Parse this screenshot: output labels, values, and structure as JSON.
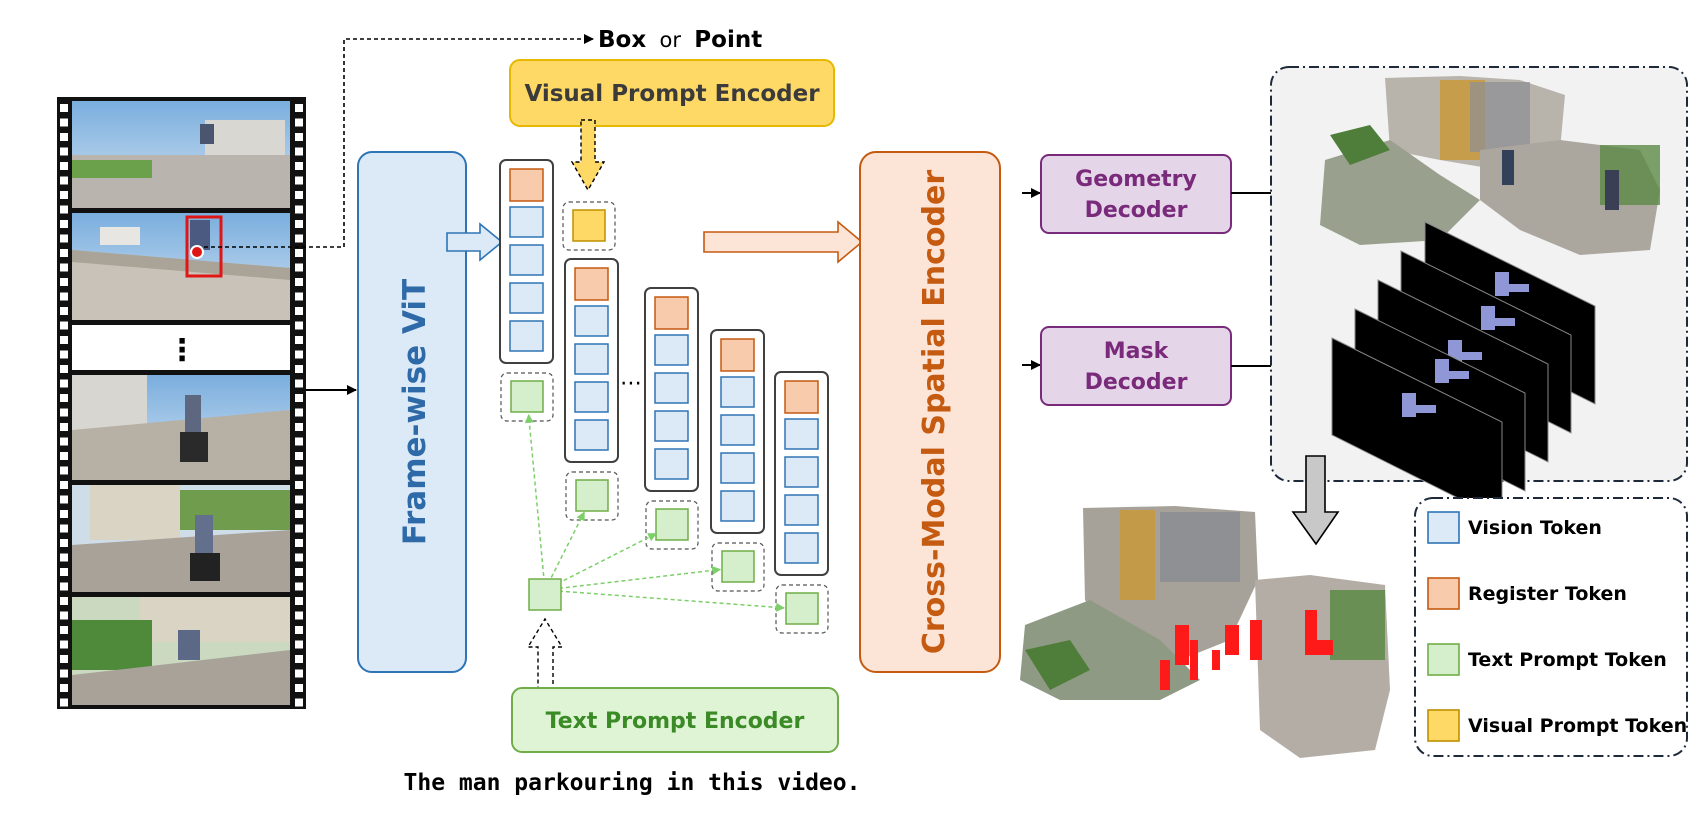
{
  "prompt_label": {
    "box": "Box",
    "or": "or",
    "point": "Point"
  },
  "visual_prompt_encoder": "Visual Prompt Encoder",
  "text_prompt_encoder": "Text Prompt Encoder",
  "frame_vit": "Frame-wise ViT",
  "cross_modal_encoder": "Cross-Modal Spatial Encoder",
  "geometry_decoder": {
    "line1": "Geometry",
    "line2": "Decoder"
  },
  "mask_decoder": {
    "line1": "Mask",
    "line2": "Decoder"
  },
  "caption": "The man parkouring in this video.",
  "film_ellipsis": "⋮",
  "token_ellipsis": "⋯",
  "legend": {
    "items": [
      {
        "label": "Vision Token",
        "color": "#dce9f7",
        "stroke": "#2e75b6"
      },
      {
        "label": "Register Token",
        "color": "#f8cbad",
        "stroke": "#c55a11"
      },
      {
        "label": "Text Prompt Token",
        "color": "#d5efcc",
        "stroke": "#70ad47"
      },
      {
        "label": "Visual Prompt Token",
        "color": "#ffd966",
        "stroke": "#bf9000"
      }
    ]
  },
  "colors": {
    "visual_encoder_fill": "#ffd966",
    "text_encoder_fill": "#dff3d5",
    "text_encoder_text": "#3a8a25",
    "vit_fill": "#dce9f7",
    "vit_text": "#2e6aa8",
    "cross_fill": "#fce4d6",
    "cross_text": "#c55a11",
    "decoder_fill": "#e4d5e9",
    "decoder_text": "#7a2a7a"
  }
}
